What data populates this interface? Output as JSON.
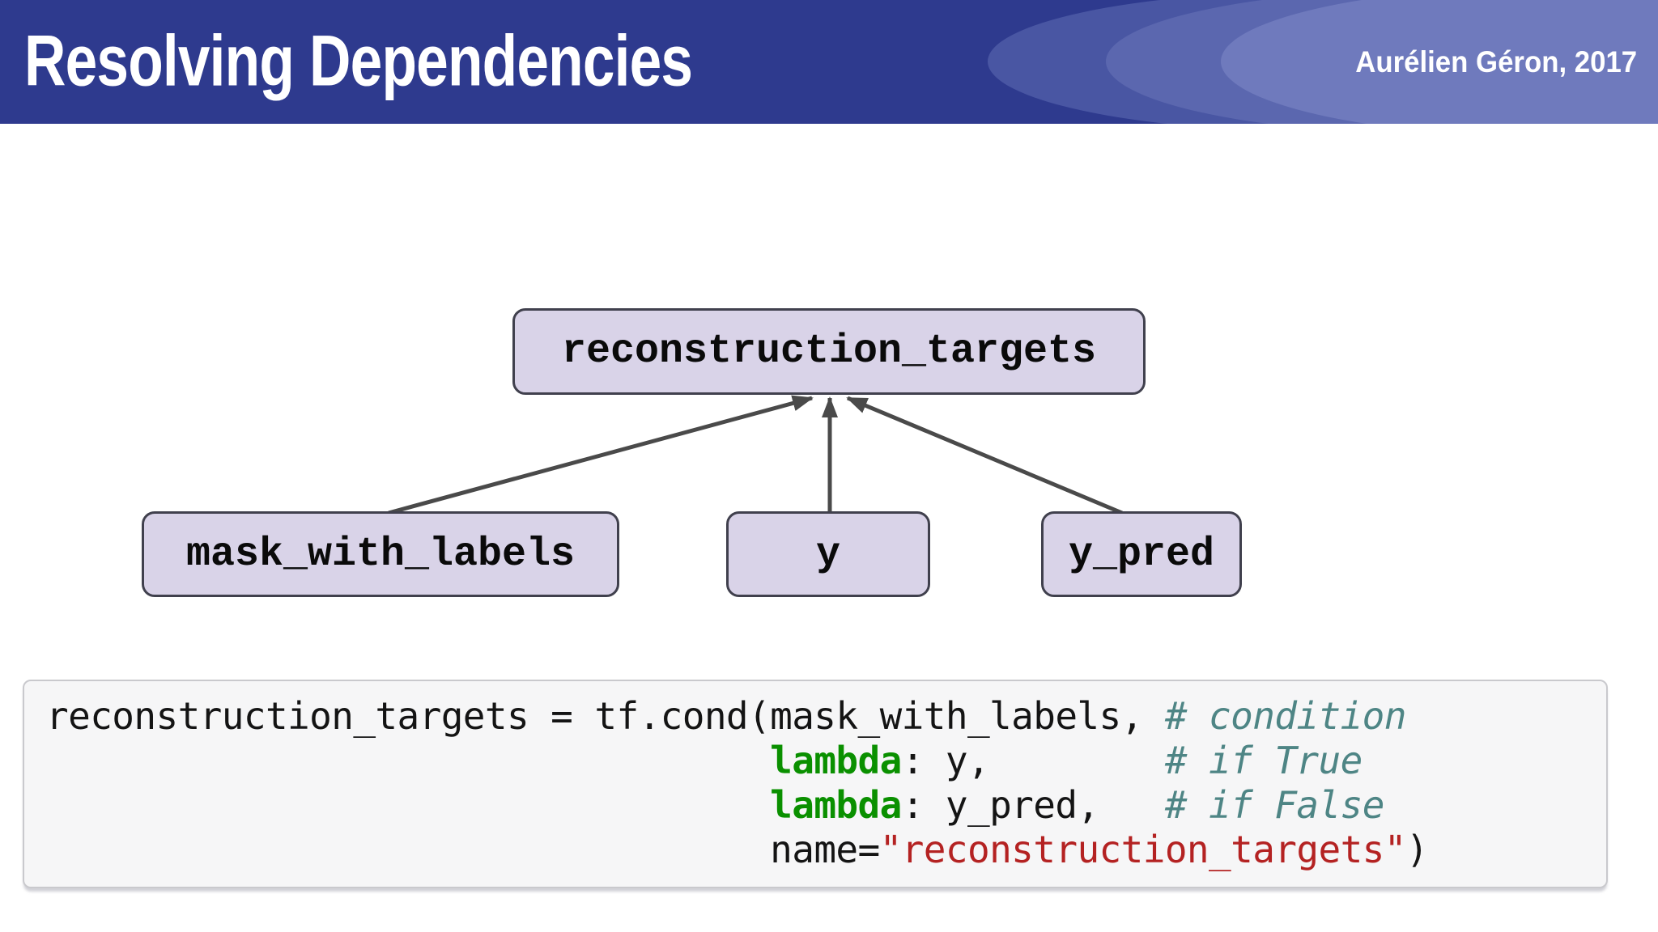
{
  "header": {
    "title": "Resolving Dependencies",
    "attribution": "Aurélien Géron, 2017"
  },
  "diagram": {
    "nodes": {
      "target": {
        "label": "reconstruction_targets"
      },
      "mask": {
        "label": "mask_with_labels"
      },
      "y": {
        "label": "y"
      },
      "y_pred": {
        "label": "y_pred"
      }
    },
    "edges": [
      {
        "from": "mask_with_labels",
        "to": "reconstruction_targets"
      },
      {
        "from": "y",
        "to": "reconstruction_targets"
      },
      {
        "from": "y_pred",
        "to": "reconstruction_targets"
      }
    ]
  },
  "code": {
    "line1": {
      "code": "reconstruction_targets = tf.cond(mask_with_labels, ",
      "comment": "# condition"
    },
    "line2": {
      "indent": "                                 ",
      "keyword": "lambda",
      "code": ": y,        ",
      "comment": "# if True"
    },
    "line3": {
      "indent": "                                 ",
      "keyword": "lambda",
      "code": ": y_pred,   ",
      "comment": "# if False"
    },
    "line4": {
      "indent": "                                 ",
      "code": "name=",
      "string": "\"reconstruction_targets\"",
      "close": ")"
    }
  },
  "colors": {
    "header-base": "#2e3a8e",
    "swoosh1": "#4956a3",
    "swoosh2": "#5b67af",
    "swoosh3": "#6f7abd",
    "node-fill": "#d9d3e8",
    "node-border": "#40404d",
    "arrow": "#4a4a4a",
    "code-bg": "#f6f6f7",
    "code-border": "#c9c9cd",
    "code-text": "#141414",
    "keyword": "#0a9000",
    "comment": "#4e8585",
    "string": "#b42222"
  }
}
